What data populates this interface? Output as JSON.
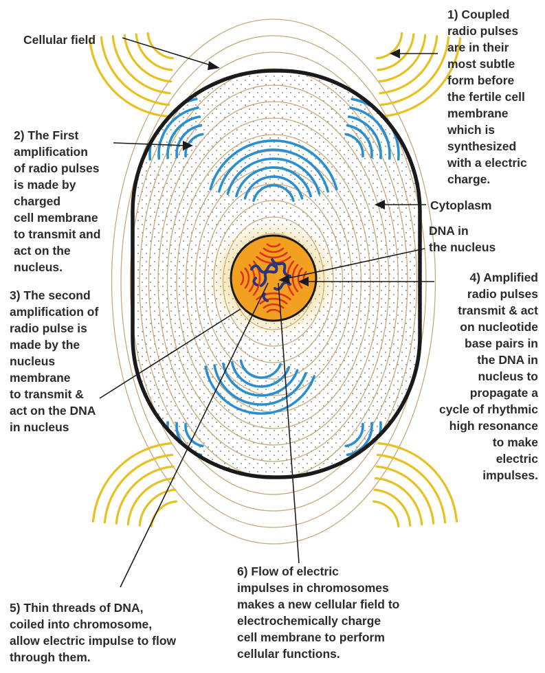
{
  "labels": {
    "cellular_field": "Cellular  field",
    "coupled_pulses": "1) Coupled\nradio pulses\nare in their\nmost subtle\nform before\nthe fertile cell\nmembrane\nwhich is\nsynthesized\nwith a electric\ncharge.",
    "first_amplification": "2) The First\namplification\nof radio pulses\nis made by\ncharged\ncell membrane\nto transmit and\nact on the\nnucleus.",
    "cytoplasm": "Cytoplasm",
    "dna_nucleus": "DNA in\nthe nucleus",
    "second_amplification": "3) The second\namplification of\nradio pulse is\nmade by the\nnucleus\nmembrane\nto transmit &\nact on the DNA\nin nucleus",
    "amplified_pulses": "4) Amplified\nradio pulses\ntransmit & act\non nucleotide\nbase pairs in\nthe DNA in\nnucleus to\npropagate a\ncycle of rhythmic\nhigh resonance\nto make\nelectric\nimpulses.",
    "thin_threads": "5) Thin threads of DNA,\ncoiled into chromosome,\nallow electric impulse to  flow\nthrough them.",
    "flow_impulses": "6) Flow of electric\nimpulses in chromosomes\nmakes a new cellular field to\nelectrochemically charge\ncell membrane to perform\ncellular functions."
  },
  "colors": {
    "field_rings": "#c8a878",
    "external_waves": "#e8c020",
    "membrane_waves": "#2a8fd0",
    "nucleus_fill": "#f2a020",
    "nucleus_waves": "#e0301a",
    "dna": "#2a3580",
    "membrane": "#1a1a1a",
    "text": "#2b2b2b"
  },
  "icons": {
    "dna": "dna-coil-icon"
  }
}
